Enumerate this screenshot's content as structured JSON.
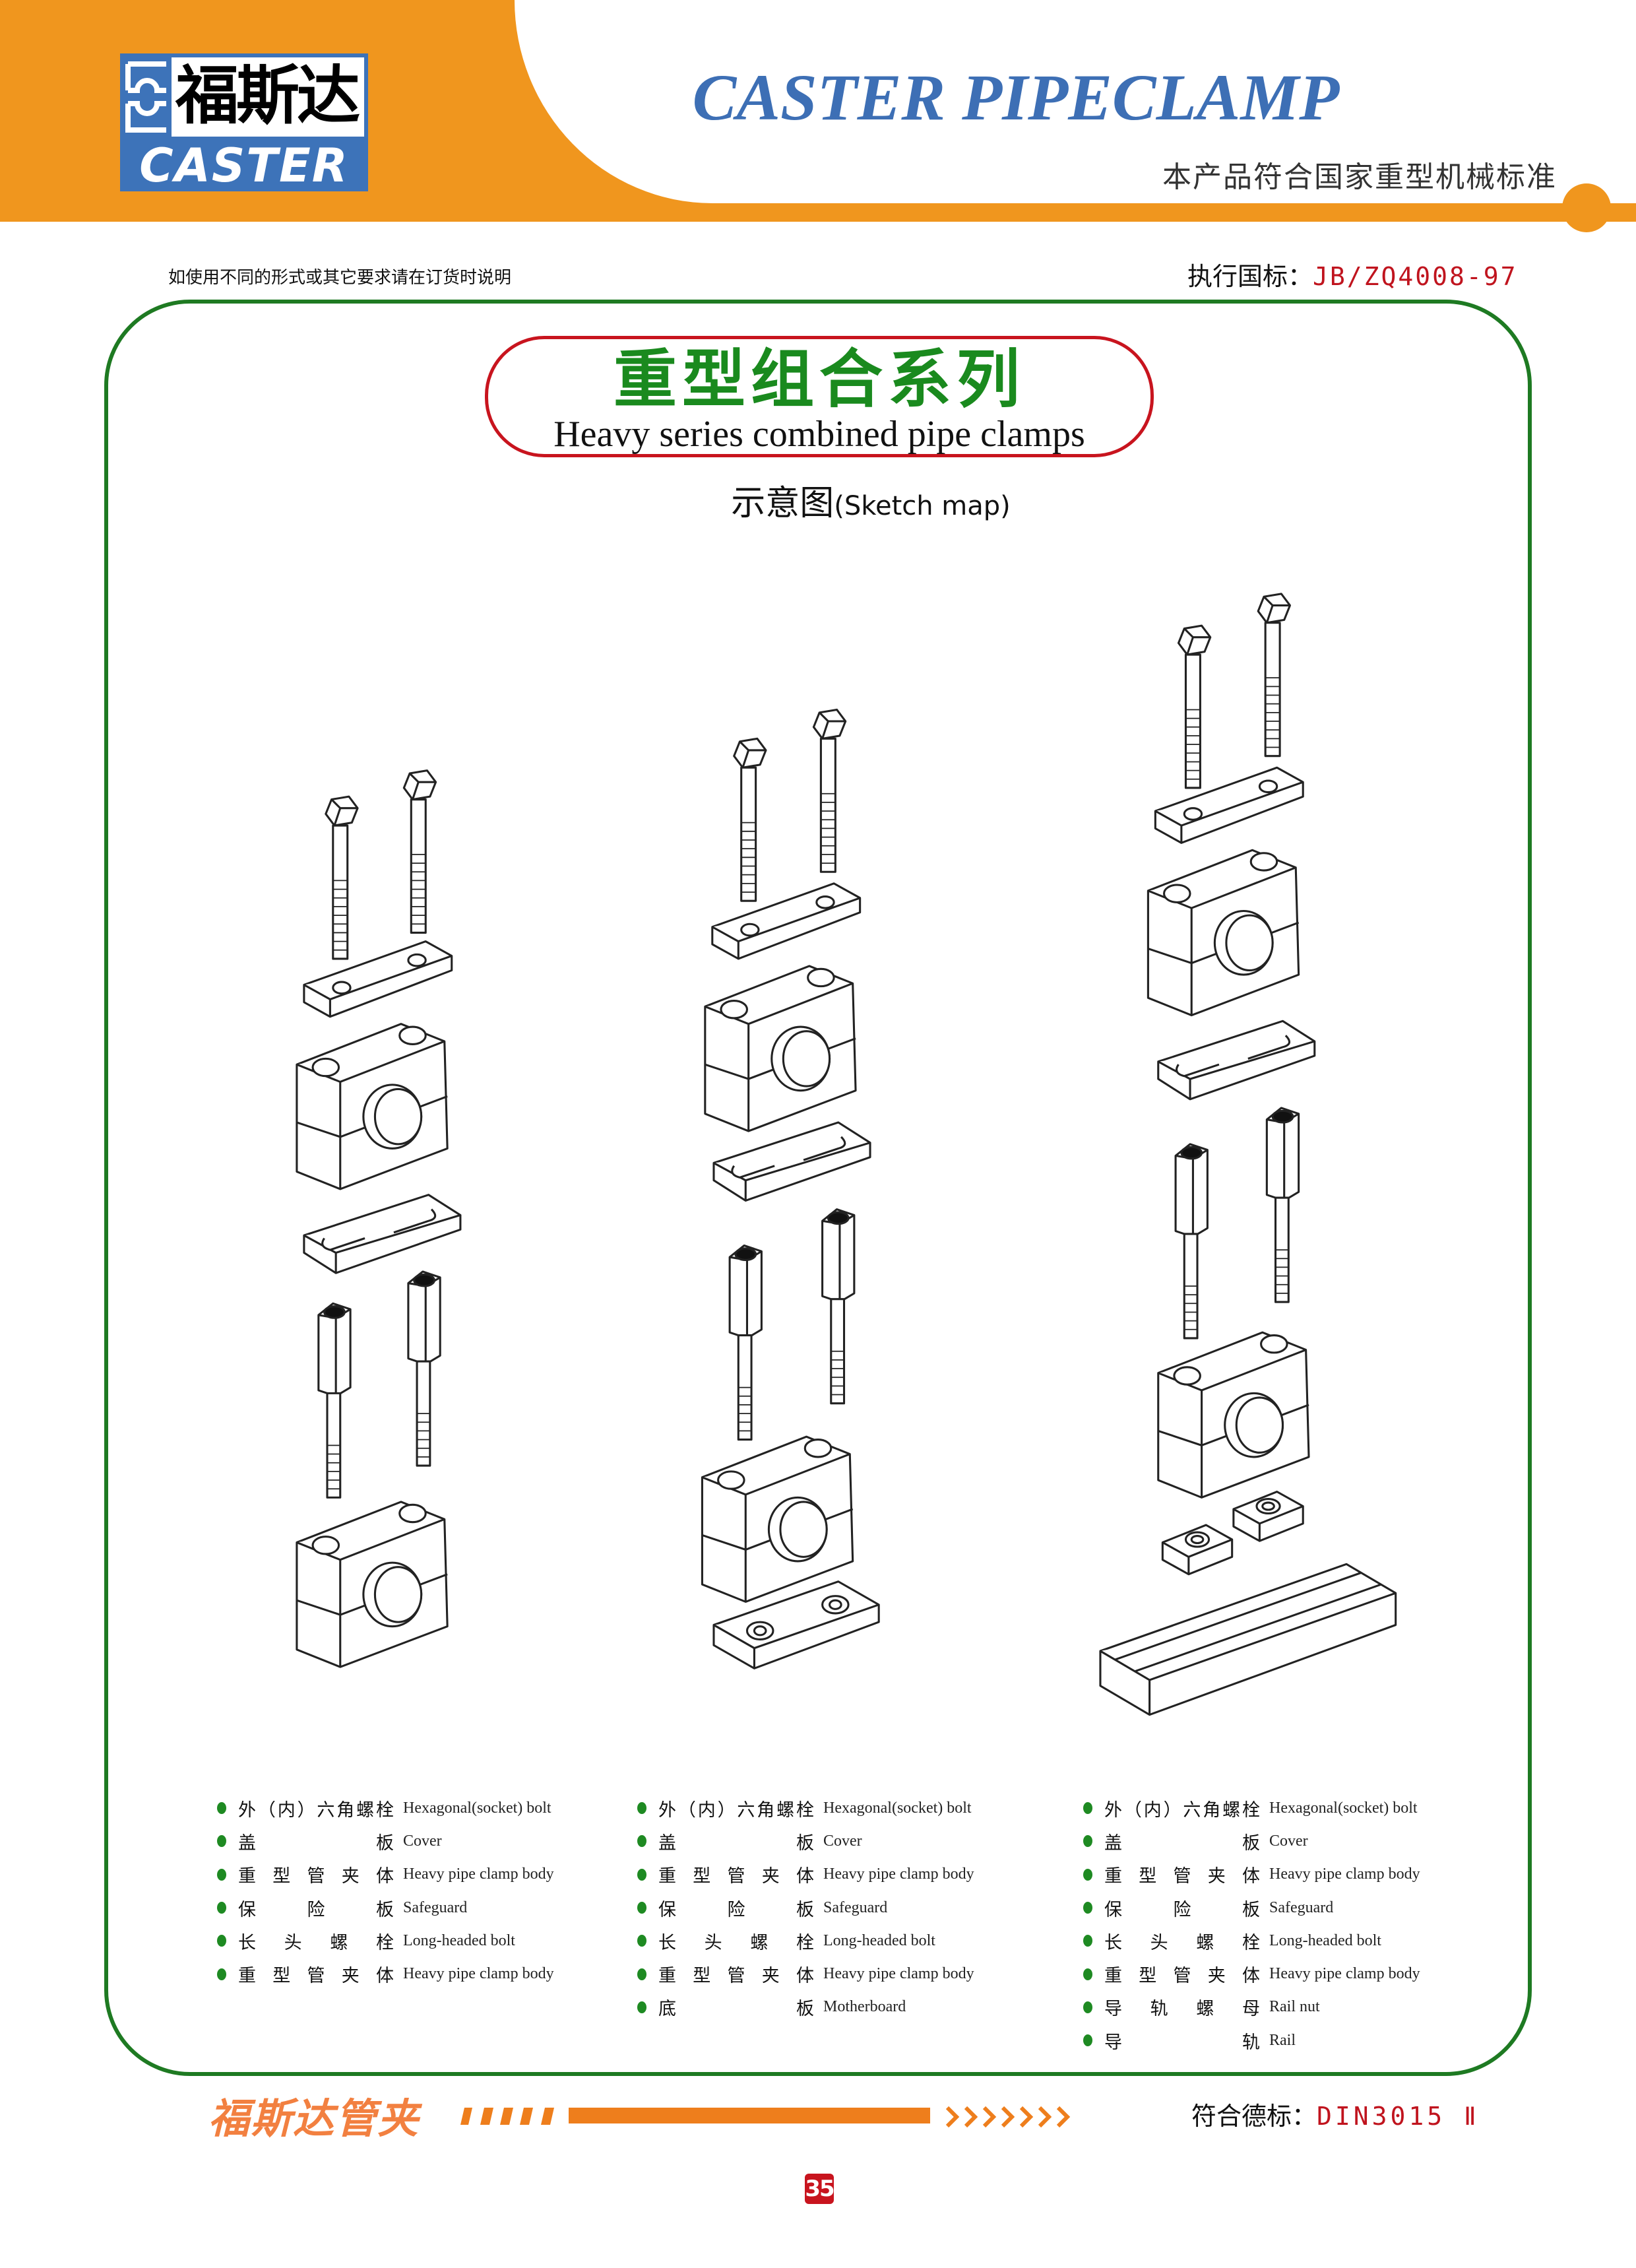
{
  "header": {
    "logo_cn": "福斯达",
    "logo_en": "CASTER",
    "title": "CASTER PIPECLAMP",
    "subtitle": "本产品符合国家重型机械标准",
    "note": "如使用不同的形式或其它要求请在订货时说明",
    "standard_label": "执行国标：",
    "standard_code": "JB/ZQ4008-97"
  },
  "section": {
    "title_cn": "重型组合系列",
    "title_en": "Heavy series combined pipe clamps",
    "sketch_cn": "示意图",
    "sketch_en": "(Sketch map)"
  },
  "legends": [
    [
      {
        "cn": "外（内）六角螺栓",
        "en": "Hexagonal(socket) bolt"
      },
      {
        "cn": "盖 板",
        "en": "Cover"
      },
      {
        "cn": "重 型 管 夹 体",
        "en": "Heavy pipe clamp body"
      },
      {
        "cn": "保 险 板",
        "en": "Safeguard"
      },
      {
        "cn": "长 头 螺 栓",
        "en": "Long-headed bolt"
      },
      {
        "cn": "重 型 管 夹 体",
        "en": "Heavy pipe clamp body"
      }
    ],
    [
      {
        "cn": "外（内）六角螺栓",
        "en": "Hexagonal(socket) bolt"
      },
      {
        "cn": "盖 板",
        "en": "Cover"
      },
      {
        "cn": "重 型 管 夹 体",
        "en": "Heavy pipe clamp body"
      },
      {
        "cn": "保 险 板",
        "en": "Safeguard"
      },
      {
        "cn": "长 头 螺 栓",
        "en": "Long-headed bolt"
      },
      {
        "cn": "重 型 管 夹 体",
        "en": "Heavy pipe clamp body"
      },
      {
        "cn": "底 板",
        "en": "Motherboard"
      }
    ],
    [
      {
        "cn": "外（内）六角螺栓",
        "en": "Hexagonal(socket) bolt"
      },
      {
        "cn": "盖 板",
        "en": "Cover"
      },
      {
        "cn": "重 型 管 夹 体",
        "en": "Heavy pipe clamp body"
      },
      {
        "cn": "保 险 板",
        "en": "Safeguard"
      },
      {
        "cn": "长 头 螺 栓",
        "en": "Long-headed bolt"
      },
      {
        "cn": "重 型 管 夹 体",
        "en": "Heavy pipe clamp body"
      },
      {
        "cn": "导 轨 螺 母",
        "en": "Rail nut"
      },
      {
        "cn": "导 轨",
        "en": "Rail"
      }
    ]
  ],
  "footer": {
    "brand": "福斯达管夹",
    "din_label": "符合德标：",
    "din_code": "DIN3015 Ⅱ",
    "page_number": "35"
  },
  "colors": {
    "orange": "#f0961e",
    "blue": "#3d6fb5",
    "green": "#1e7a22",
    "red": "#c8141e"
  }
}
